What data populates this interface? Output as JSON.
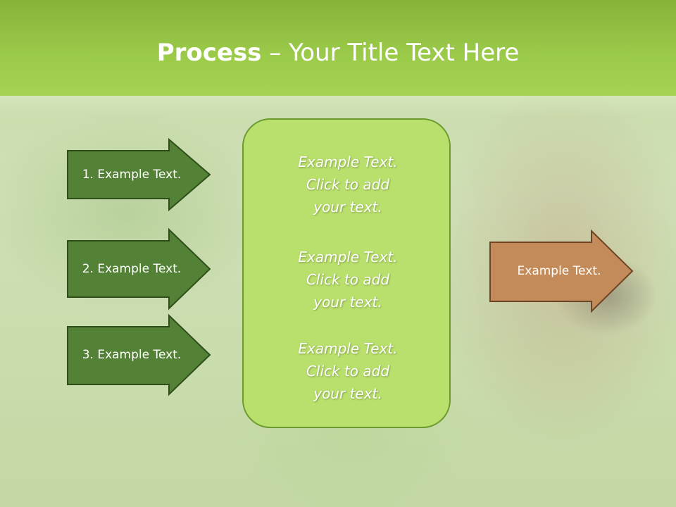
{
  "header": {
    "title_bold": "Process",
    "title_rest": " – Your Title Text Here"
  },
  "left_steps": [
    {
      "label": "1. Example Text."
    },
    {
      "label": "2. Example Text."
    },
    {
      "label": "3. Example Text."
    }
  ],
  "center_box": {
    "blocks": [
      {
        "lines": [
          "Example Text.",
          "Click  to add",
          "your text."
        ]
      },
      {
        "lines": [
          "Example Text.",
          "Click  to add",
          "your text."
        ]
      },
      {
        "lines": [
          "Example Text.",
          "Click  to add",
          "your text."
        ]
      }
    ]
  },
  "right_arrow": {
    "label": "Example Text."
  },
  "colors": {
    "header_green": "#9ccb4a",
    "step_arrow_fill": "#538135",
    "step_arrow_border": "#2f4f1a",
    "center_box_fill": "#b9df6c",
    "right_arrow_fill": "#c48b5a"
  }
}
